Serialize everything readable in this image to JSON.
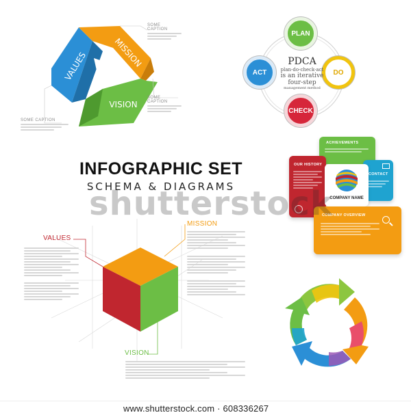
{
  "title": "INFOGRAPHIC SET",
  "subtitle": "SCHEMA & DIAGRAMS",
  "watermark": "shutterstock",
  "footer": {
    "url": "www.shutterstock.com · 608336267"
  },
  "triangle": {
    "labels": [
      "VALUES",
      "MISSION",
      "VISION"
    ],
    "captions": [
      "SOME CAPTION",
      "SOME CAPTION",
      "SOME CAPTION"
    ],
    "colors": {
      "values": "#2b8fd6",
      "mission": "#f39c12",
      "vision": "#6cbe45"
    }
  },
  "pdca": {
    "title": "PDCA",
    "subtitle": "plan-do-check-act",
    "line1": "is an iterative",
    "line2": "four-step",
    "line3": "management method",
    "plan": "PLAN",
    "do": "DO",
    "check": "CHECK",
    "act": "ACT",
    "colors": {
      "plan": "#6cbe45",
      "do": "#f1c40f",
      "check": "#d6263a",
      "act": "#2b8fd6"
    }
  },
  "company": {
    "achievements": "ACHIEVEMENTS",
    "history": "OUR HISTORY",
    "contact": "CONTACT",
    "name": "COMPANY NAME",
    "overview": "COMPANY OVERVIEW",
    "colors": {
      "achievements": "#6cbe45",
      "history": "#c0262f",
      "contact": "#1fa3d0",
      "overview": "#f39c12"
    }
  },
  "cube": {
    "values": "VALUES",
    "mission": "MISSION",
    "vision": "VISION",
    "colors": {
      "top": "#f39c12",
      "left": "#c0262f",
      "right": "#6cbe45",
      "values": "#c0262f",
      "mission": "#f39c12",
      "vision": "#6cbe45"
    }
  },
  "cycle": {
    "colors": [
      "#6cbe45",
      "#f1c40f",
      "#f39c12",
      "#e94e6a",
      "#2b8fd6",
      "#1fa3d0"
    ]
  }
}
